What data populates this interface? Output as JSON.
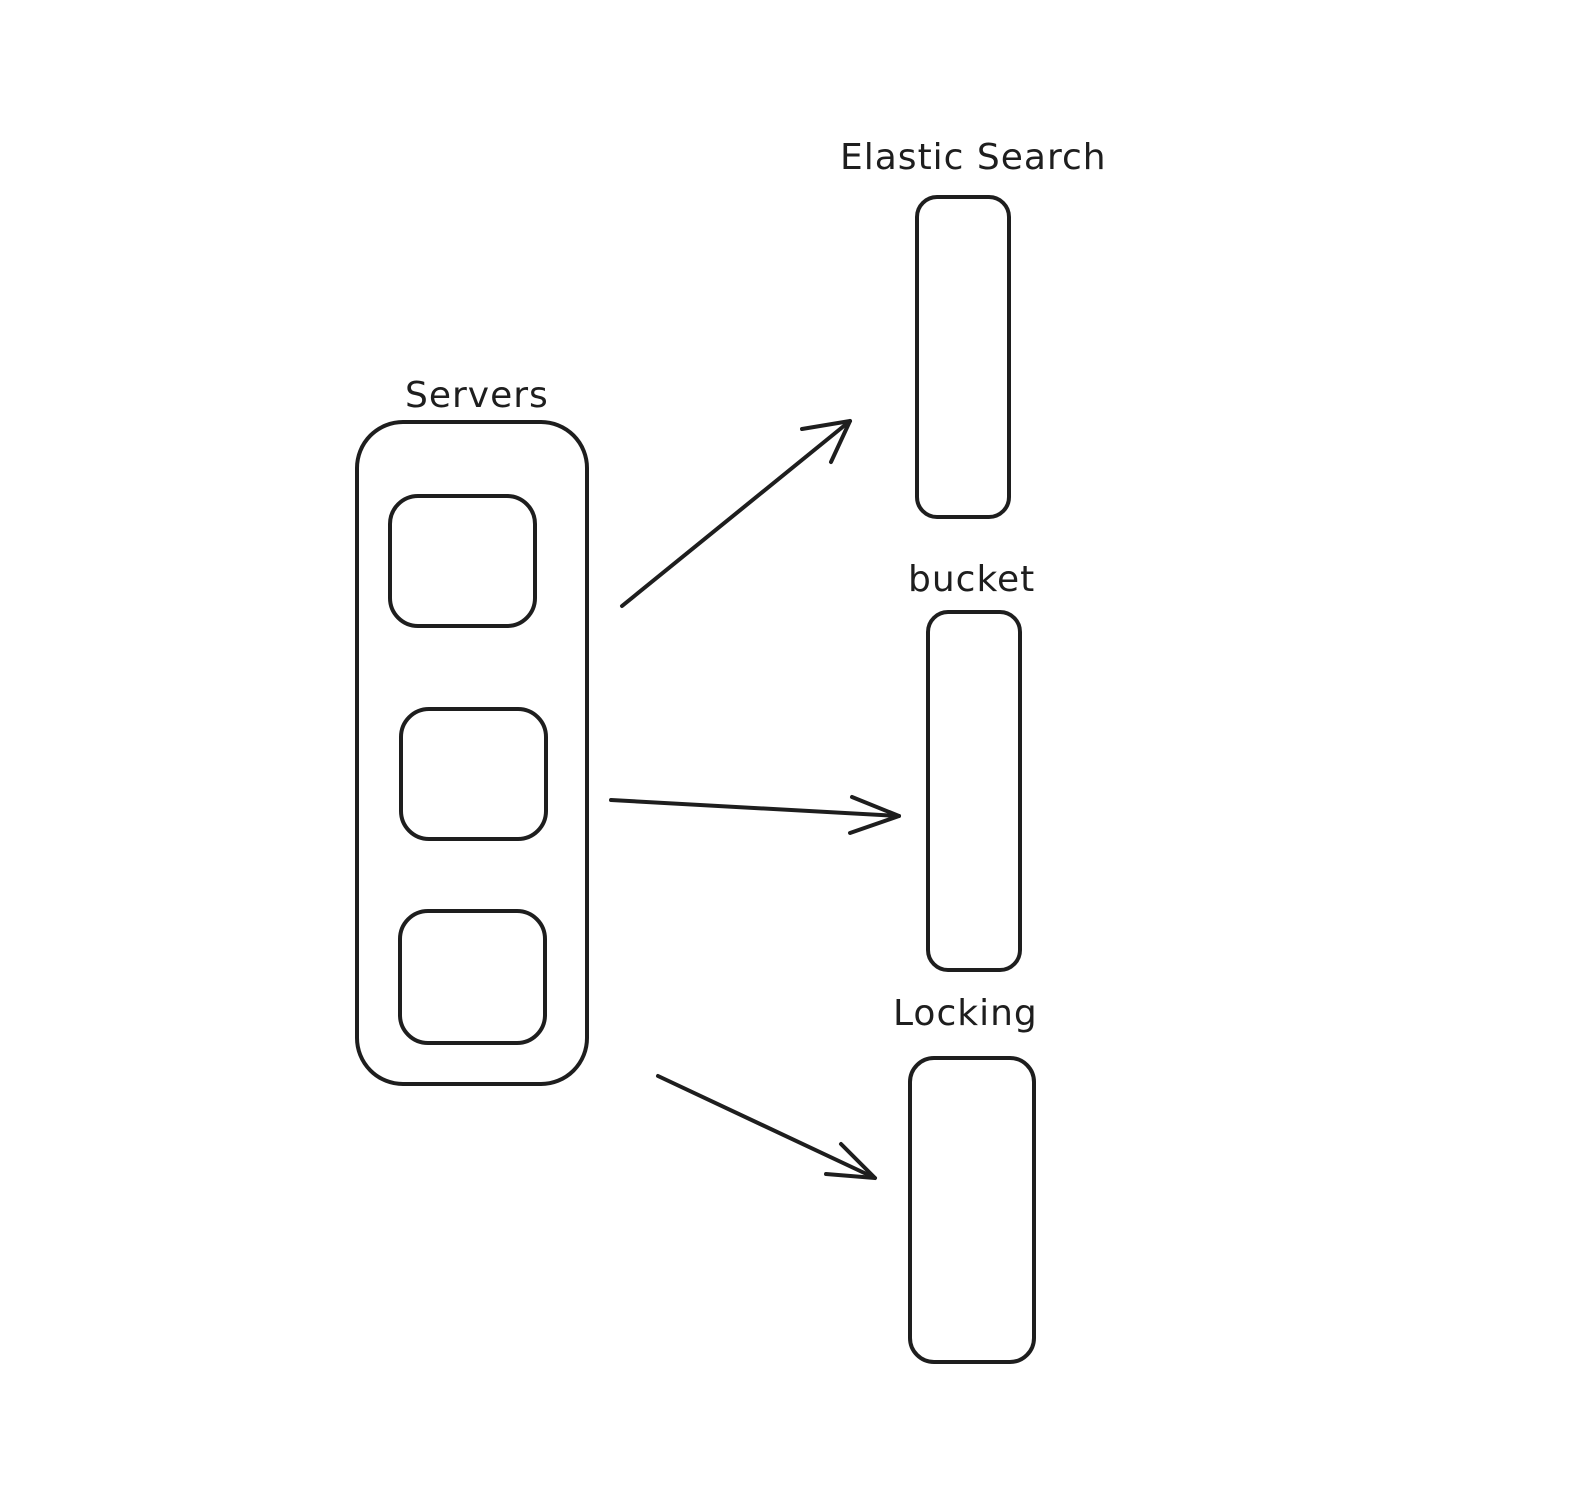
{
  "diagram": {
    "servers": {
      "label": "Servers",
      "nodes": 3
    },
    "targets": [
      {
        "id": "elastic-search",
        "label": "Elastic Search"
      },
      {
        "id": "bucket",
        "label": "bucket"
      },
      {
        "id": "locking",
        "label": "Locking"
      }
    ],
    "edges": [
      {
        "from": "servers",
        "to": "elastic-search"
      },
      {
        "from": "servers",
        "to": "bucket"
      },
      {
        "from": "servers",
        "to": "locking"
      }
    ],
    "stroke_color": "#1e1e1e",
    "background": "#ffffff"
  }
}
